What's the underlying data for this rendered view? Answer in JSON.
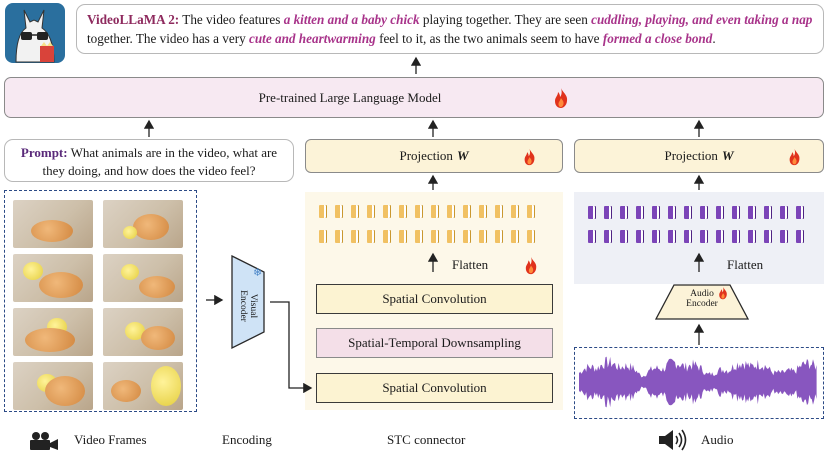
{
  "answer": {
    "model": "VideoLLaMA 2:",
    "segments": [
      {
        "t": " The video features ",
        "hl": false
      },
      {
        "t": "a kitten and a baby chick",
        "hl": true
      },
      {
        "t": " playing together. They are seen ",
        "hl": false
      },
      {
        "t": "cuddling, playing, and even taking a nap",
        "hl": true
      },
      {
        "t": " together. The video has a very ",
        "hl": false
      },
      {
        "t": "cute and heartwarming",
        "hl": true
      },
      {
        "t": " feel to it, as the two animals seem to have ",
        "hl": false
      },
      {
        "t": "formed a close bond",
        "hl": true
      },
      {
        "t": ".",
        "hl": false
      }
    ]
  },
  "llm": {
    "label": "Pre-trained Large Language Model"
  },
  "prompt": {
    "label": "Prompt:",
    "text": " What animals are in the video, what are they doing, and how does the video feel?"
  },
  "projection": {
    "label": "Projection",
    "var": "W"
  },
  "stc": {
    "flatten": "Flatten",
    "spatial_conv": "Spatial Convolution",
    "downsampling": "Spatial-Temporal Downsampling"
  },
  "audio": {
    "flatten": "Flatten",
    "encoder_line1": "Audio",
    "encoder_line2": "Encoder"
  },
  "visual_encoder": {
    "line1": "Visual",
    "line2": "Encoder"
  },
  "captions": {
    "frames": "Video Frames",
    "encoding": "Encoding",
    "stc": "STC connector",
    "audio": "Audio"
  },
  "colors": {
    "flame": "#e0321c",
    "accent_pink": "#a8338a",
    "dash_blue": "#2c4a86",
    "token_yellow": "#f1c163",
    "token_purple": "#7b44b8"
  },
  "icons": [
    "llama-logo",
    "flame-icon",
    "snowflake-icon",
    "camera-icon",
    "speaker-icon"
  ]
}
